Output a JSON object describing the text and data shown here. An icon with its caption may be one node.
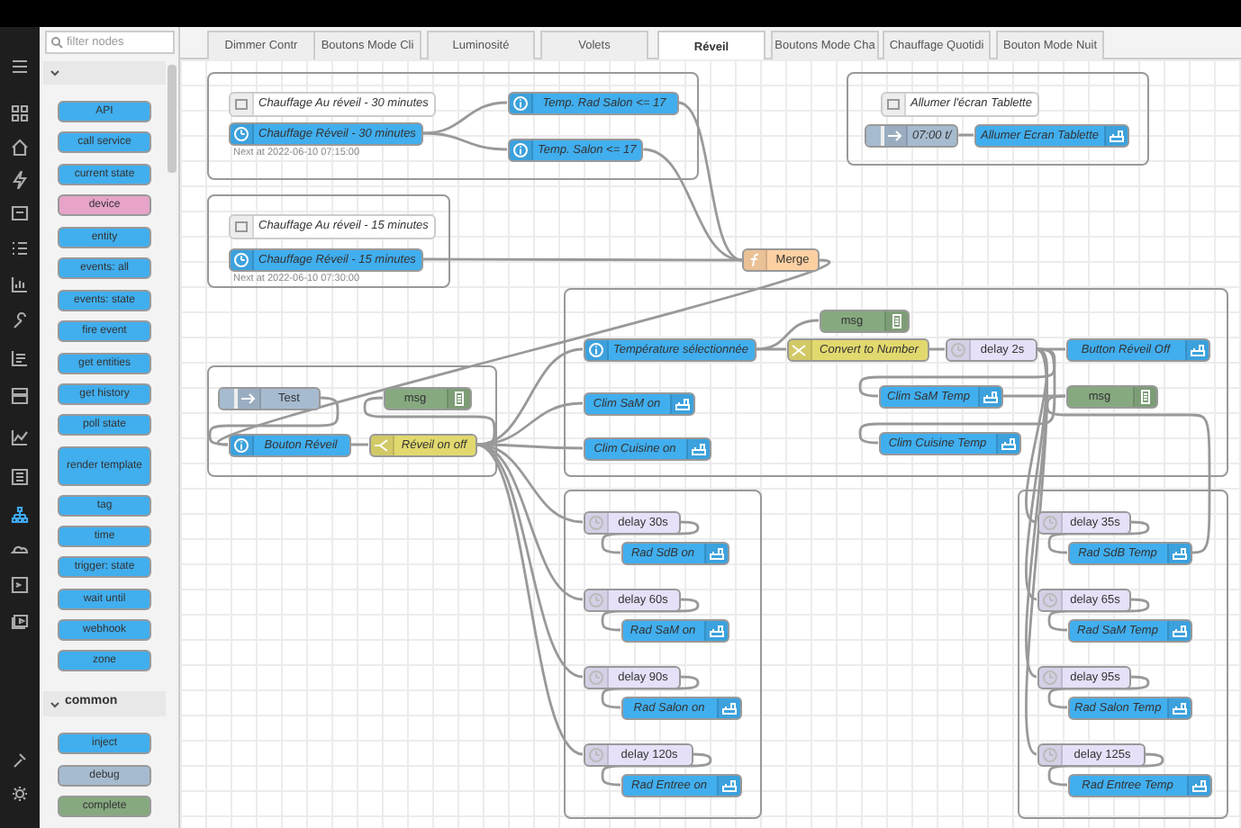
{
  "diagram": {
    "nodes": [
      {
        "text": [],
        "shape": "box"
      },
      {
        "text": [
          "Chauffage Au réveil - 30 minutes"
        ],
        "in": 0
      },
      {
        "text": [
          "Chauffage Réveil - 30 minutes"
        ],
        "in": 0,
        "beside": [
          "Next at 2022-06-10 07:15:00"
        ]
      },
      {
        "text": [
          "Temp. Rad Salon <= 17"
        ],
        "in": 0
      },
      {
        "text": [
          "Temp. Salon <= 17"
        ],
        "in": 0
      },
      {
        "text": [],
        "shape": "box"
      },
      {
        "text": [
          "Allumer l'écran Tablette"
        ],
        "in": 5
      },
      {
        "text": [
          "07:00 t/"
        ],
        "in": 5
      },
      {
        "text": [
          "Allumer Ecran Tablette"
        ],
        "in": 5
      },
      {
        "text": [],
        "shape": "box"
      },
      {
        "text": [
          "Chauffage Au réveil - 15 minutes"
        ],
        "in": 9
      },
      {
        "text": [
          "Chauffage Réveil - 15 minutes"
        ],
        "in": 9,
        "beside": [
          "Next at 2022-06-10 07:30:00"
        ]
      },
      {
        "text": [
          "Merge"
        ]
      },
      {
        "text": [],
        "shape": "box"
      },
      {
        "text": [
          "Test"
        ],
        "in": 13
      },
      {
        "text": [
          "msg"
        ],
        "in": 13
      },
      {
        "text": [
          "Bouton Réveil"
        ],
        "in": 13
      },
      {
        "text": [
          "Réveil on off"
        ],
        "in": 13
      },
      {
        "text": [],
        "shape": "box"
      },
      {
        "text": [
          "Température sélectionnée"
        ],
        "in": 18
      },
      {
        "text": [
          "msg"
        ],
        "in": 18
      },
      {
        "text": [
          "Convert to Number"
        ],
        "in": 18
      },
      {
        "text": [
          "delay 2s"
        ],
        "in": 18
      },
      {
        "text": [
          "Button Réveil Off"
        ],
        "in": 18
      },
      {
        "text": [
          "Clim SaM on"
        ],
        "in": 18
      },
      {
        "text": [
          "Clim SaM Temp"
        ],
        "in": 18
      },
      {
        "text": [
          "msg"
        ],
        "in": 18
      },
      {
        "text": [
          "Clim Cuisine on"
        ],
        "in": 18
      },
      {
        "text": [
          "Clim Cuisine Temp"
        ],
        "in": 18
      },
      {
        "text": [],
        "shape": "box"
      },
      {
        "text": [
          "delay 30s"
        ],
        "in": 29
      },
      {
        "text": [
          "Rad SdB on"
        ],
        "in": 29
      },
      {
        "text": [
          "delay 60s"
        ],
        "in": 29
      },
      {
        "text": [
          "Rad SaM on"
        ],
        "in": 29
      },
      {
        "text": [
          "delay 90s"
        ],
        "in": 29
      },
      {
        "text": [
          "Rad Salon on"
        ],
        "in": 29
      },
      {
        "text": [
          "delay 120s"
        ],
        "in": 29
      },
      {
        "text": [
          "Rad Entree on"
        ],
        "in": 29
      },
      {
        "text": [],
        "shape": "box"
      },
      {
        "text": [
          "delay 35s"
        ],
        "in": 38
      },
      {
        "text": [
          "Rad SdB Temp"
        ],
        "in": 38
      },
      {
        "text": [
          "delay 65s"
        ],
        "in": 38
      },
      {
        "text": [
          "Rad SaM Temp"
        ],
        "in": 38
      },
      {
        "text": [
          "delay 95s"
        ],
        "in": 38
      },
      {
        "text": [
          "Rad Salon Temp"
        ],
        "in": 38
      },
      {
        "text": [
          "delay 125s"
        ],
        "in": 38
      },
      {
        "text": [
          "Rad Entree Temp"
        ],
        "in": 38
      },
      {
        "text": [
          "API"
        ]
      },
      {
        "text": [
          "call service"
        ]
      },
      {
        "text": [
          "current state"
        ]
      },
      {
        "text": [
          "device"
        ]
      },
      {
        "text": [
          "entity"
        ]
      },
      {
        "text": [
          "events: all"
        ]
      },
      {
        "text": [
          "events: state"
        ]
      },
      {
        "text": [
          "fire event"
        ]
      },
      {
        "text": [
          "get entities"
        ]
      },
      {
        "text": [
          "get history"
        ]
      },
      {
        "text": [
          "poll state"
        ]
      },
      {
        "text": [
          "render template"
        ]
      },
      {
        "text": [
          "tag"
        ]
      },
      {
        "text": [
          "time"
        ]
      },
      {
        "text": [
          "trigger: state"
        ]
      },
      {
        "text": [
          "wait until"
        ]
      },
      {
        "text": [
          "webhook"
        ]
      },
      {
        "text": [
          "zone"
        ]
      },
      {
        "text": [
          "inject"
        ]
      },
      {
        "text": [
          "debug"
        ]
      },
      {
        "text": [
          "complete"
        ]
      }
    ],
    "edges": [
      {
        "from": 2,
        "to": 3,
        "arrow": "none"
      },
      {
        "from": 2,
        "to": 4,
        "arrow": "none"
      },
      {
        "from": 3,
        "to": 12,
        "arrow": "none"
      },
      {
        "from": 4,
        "to": 12,
        "arrow": "none"
      },
      {
        "from": 11,
        "to": 12,
        "arrow": "none"
      },
      {
        "from": 7,
        "to": 8,
        "arrow": "none"
      },
      {
        "from": 12,
        "to": 16,
        "arrow": "none"
      },
      {
        "from": 14,
        "to": 16,
        "arrow": "none"
      },
      {
        "from": 16,
        "to": 17,
        "arrow": "none"
      },
      {
        "from": 17,
        "to": 15,
        "arrow": "none"
      },
      {
        "from": 17,
        "to": 19,
        "arrow": "none"
      },
      {
        "from": 17,
        "to": 24,
        "arrow": "none"
      },
      {
        "from": 17,
        "to": 27,
        "arrow": "none"
      },
      {
        "from": 17,
        "to": 30,
        "arrow": "none"
      },
      {
        "from": 17,
        "to": 32,
        "arrow": "none"
      },
      {
        "from": 17,
        "to": 34,
        "arrow": "none"
      },
      {
        "from": 17,
        "to": 36,
        "arrow": "none"
      },
      {
        "from": 19,
        "to": 20,
        "arrow": "none"
      },
      {
        "from": 19,
        "to": 21,
        "arrow": "none"
      },
      {
        "from": 21,
        "to": 22,
        "arrow": "none"
      },
      {
        "from": 22,
        "to": 23,
        "arrow": "none"
      },
      {
        "from": 22,
        "to": 25,
        "arrow": "none"
      },
      {
        "from": 22,
        "to": 28,
        "arrow": "none"
      },
      {
        "from": 22,
        "to": 39,
        "arrow": "none"
      },
      {
        "from": 22,
        "to": 41,
        "arrow": "none"
      },
      {
        "from": 22,
        "to": 43,
        "arrow": "none"
      },
      {
        "from": 22,
        "to": 45,
        "arrow": "none"
      },
      {
        "from": 25,
        "to": 26,
        "arrow": "none"
      },
      {
        "from": 40,
        "to": 26,
        "arrow": "none"
      },
      {
        "from": 30,
        "to": 31,
        "arrow": "none"
      },
      {
        "from": 32,
        "to": 33,
        "arrow": "none"
      },
      {
        "from": 34,
        "to": 35,
        "arrow": "none"
      },
      {
        "from": 36,
        "to": 37,
        "arrow": "none"
      },
      {
        "from": 39,
        "to": 40,
        "arrow": "none"
      },
      {
        "from": 41,
        "to": 42,
        "arrow": "none"
      },
      {
        "from": 43,
        "to": 44,
        "arrow": "none"
      },
      {
        "from": 45,
        "to": 46,
        "arrow": "none"
      }
    ],
    "labels": [
      "filter nodes",
      "Dimmer Contr",
      "Boutons Mode Cli",
      "Luminosité",
      "Volets",
      "Réveil",
      "Boutons Mode Cha",
      "Chauffage Quotidi",
      "Bouton Mode Nuit",
      "common"
    ]
  }
}
